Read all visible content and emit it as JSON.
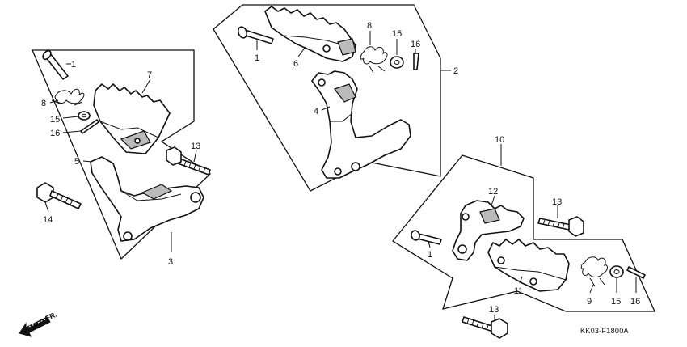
{
  "callouts": {
    "c1a": "1",
    "c8a": "8",
    "c15a": "15",
    "c16a": "16",
    "c7": "7",
    "c5": "5",
    "c13a": "13",
    "c14": "14",
    "c3": "3",
    "c1b": "1",
    "c6": "6",
    "c8b": "8",
    "c15b": "15",
    "c16b": "16",
    "c2": "2",
    "c4": "4",
    "c10": "10",
    "c12": "12",
    "c13b": "13",
    "c1c": "1",
    "c11": "11",
    "c9": "9",
    "c15c": "15",
    "c16c": "16",
    "c13c": "13"
  },
  "diagram_code": "KK03-F1800A",
  "direction_label": "FR."
}
